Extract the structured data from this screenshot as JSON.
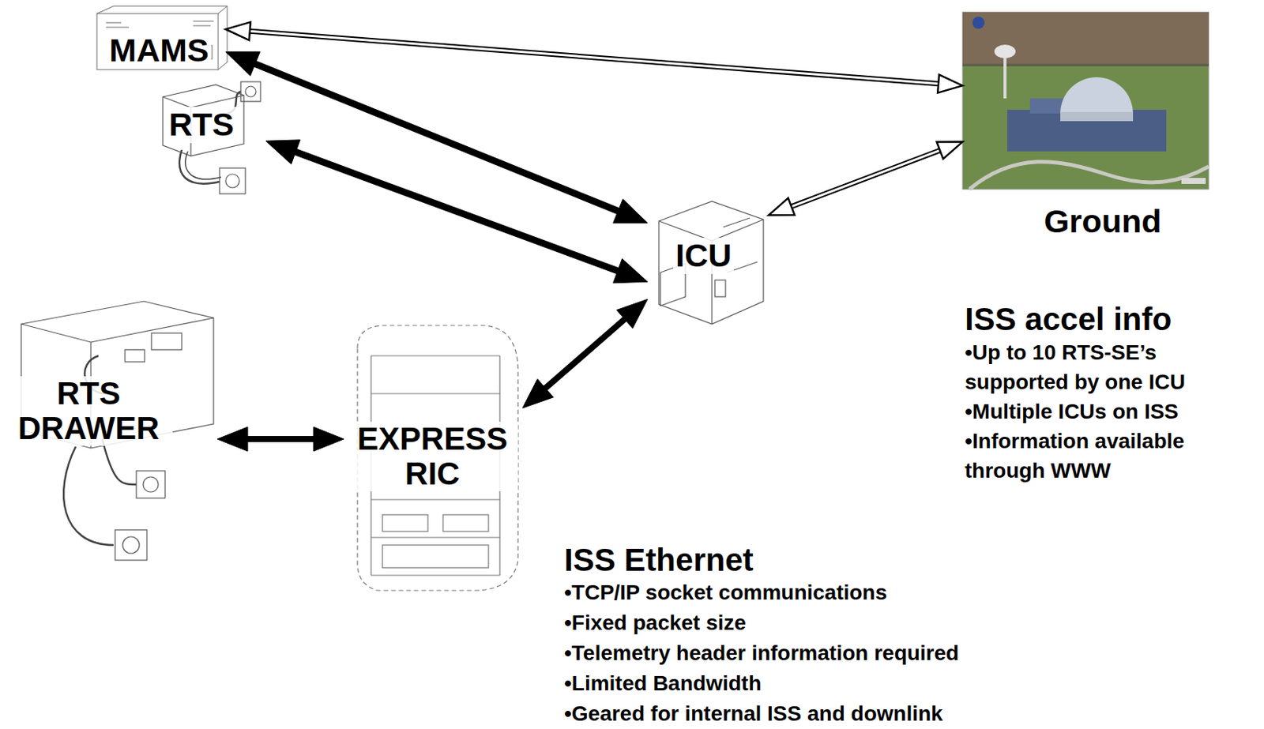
{
  "diagram": {
    "nodes": [
      {
        "text": [
          "MAMS"
        ]
      },
      {
        "text": [
          "RTS"
        ]
      },
      {
        "text": [
          "ICU"
        ]
      },
      {
        "text": [
          "Ground"
        ]
      },
      {
        "text": [
          "RTS DRAWER"
        ]
      },
      {
        "text": [
          "EXPRESS RIC"
        ]
      }
    ],
    "edges": [
      {
        "from": 0,
        "to": 3,
        "arrow": "both"
      },
      {
        "from": 0,
        "to": 2,
        "arrow": "both"
      },
      {
        "from": 1,
        "to": 2,
        "arrow": "both"
      },
      {
        "from": 2,
        "to": 3,
        "arrow": "both"
      },
      {
        "from": 4,
        "to": 5,
        "arrow": "both"
      },
      {
        "from": 5,
        "to": 2,
        "arrow": "both"
      }
    ],
    "labels": [
      "ISS accel info",
      "•Up to 10 RTS-SE’s supported by one ICU",
      "•Multiple ICUs on ISS",
      "•Information available through WWW",
      "ISS Ethernet",
      "•TCP/IP socket communications",
      "•Fixed packet size",
      "•Telemetry header information required",
      "•Limited Bandwidth",
      "•Geared for internal ISS and downlink"
    ]
  }
}
